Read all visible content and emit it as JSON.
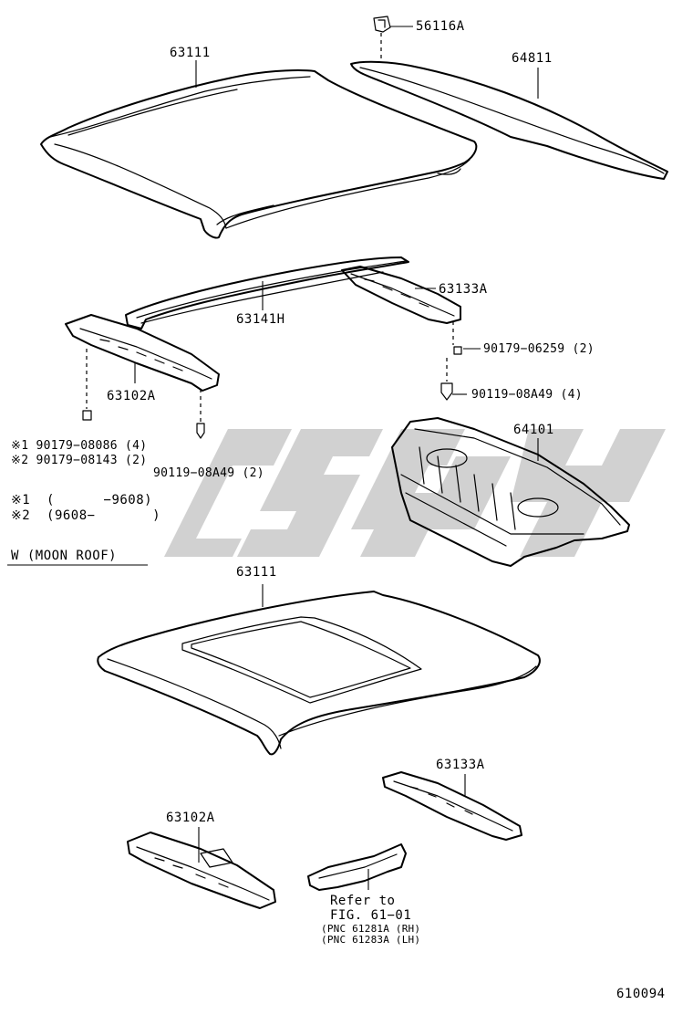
{
  "labels": {
    "roof_panel_top": "63111",
    "bracket_56116": "56116A",
    "back_window_glass": "64811",
    "reinforcement_rear": "63133A",
    "reinforcement_63141": "63141H",
    "clip_90179_06259": "90179−06259 (2)",
    "screw_90119_right": "90119−08A49 (4)",
    "reinforcement_front": "63102A",
    "package_tray": "64101",
    "note_line1": "※1 90179−08086 (4)",
    "note_line2": "※2 90179−08143 (2)",
    "screw_90119_left": "90119−08A49 (2)",
    "range_line1": "※1  (      −9608)",
    "range_line2": "※2  (9608−       )",
    "moon_roof_heading": "W (MOON ROOF)",
    "roof_panel_moon": "63111",
    "reinforcement_rear_moon": "63133A",
    "reinforcement_front_moon": "63102A",
    "refer_to": "Refer to",
    "refer_fig": "FIG. 61−01",
    "refer_pnc_rh": "(PNC 61281A (RH)",
    "refer_pnc_lh": "(PNC 61283A (LH)",
    "figure_number": "610094"
  }
}
